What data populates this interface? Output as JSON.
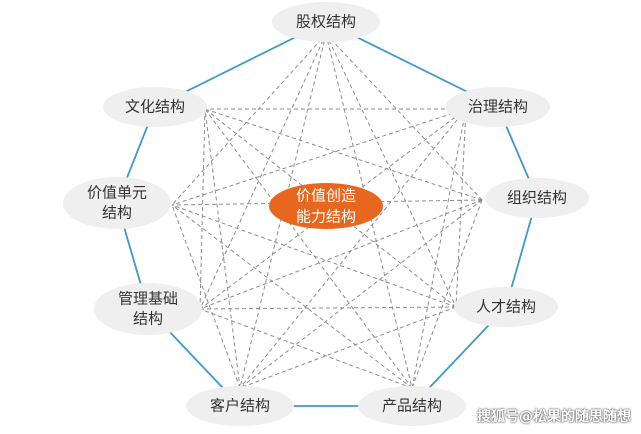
{
  "center": {
    "lines": [
      "价值创造",
      "能力结构"
    ]
  },
  "nodes": [
    {
      "id": "guquan",
      "lines": [
        "股权结构"
      ]
    },
    {
      "id": "zhili",
      "lines": [
        "治理结构"
      ]
    },
    {
      "id": "zuzhi",
      "lines": [
        "组织结构"
      ]
    },
    {
      "id": "rencai",
      "lines": [
        "人才结构"
      ]
    },
    {
      "id": "chanpin",
      "lines": [
        "产品结构"
      ]
    },
    {
      "id": "kehu",
      "lines": [
        "客户结构"
      ]
    },
    {
      "id": "guanli",
      "lines": [
        "管理基础",
        "结构"
      ]
    },
    {
      "id": "jiazhi",
      "lines": [
        "价值单元",
        "结构"
      ]
    },
    {
      "id": "wenhua",
      "lines": [
        "文化结构"
      ]
    }
  ],
  "watermark": "搜狐号@松果的随思随想",
  "colors": {
    "ring": "#3a9bc8",
    "dashed": "#8c8c8c",
    "node_fill": "#efefef",
    "center_fill": "#e8671f"
  }
}
